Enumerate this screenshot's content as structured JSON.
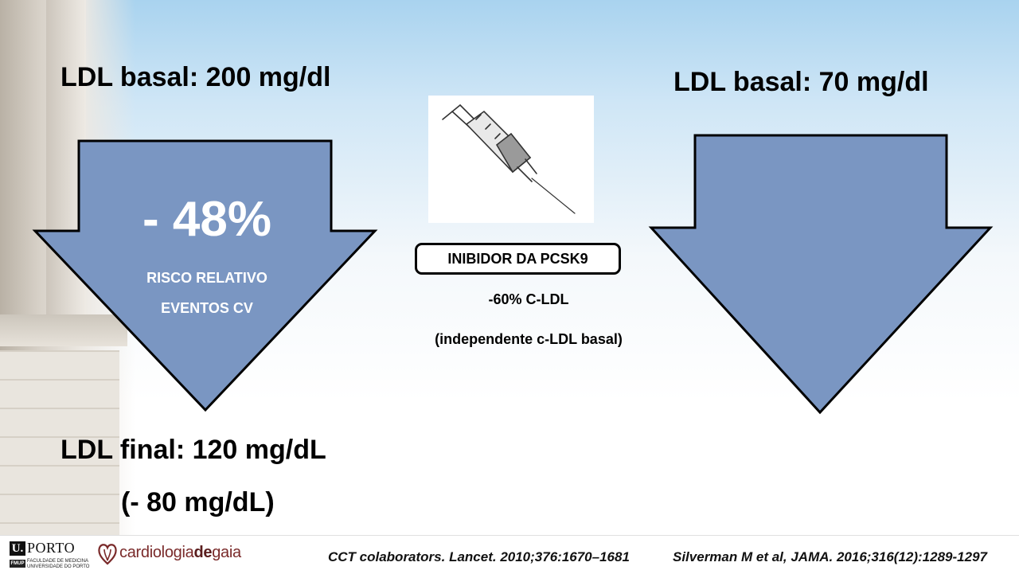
{
  "left": {
    "title_basal": "LDL basal: 200 mg/dl",
    "arrow_percent": "- 48%",
    "arrow_line1": "RISCO RELATIVO",
    "arrow_line2": "EVENTOS CV",
    "title_final": "LDL final: 120 mg/dL",
    "delta": "(- 80 mg/dL)"
  },
  "center": {
    "drug_label": "INIBIDOR DA PCSK9",
    "effect": "-60% C-LDL",
    "note": "(independente c-LDL basal)"
  },
  "right": {
    "title_basal": "LDL basal: 70 mg/dl"
  },
  "footer": {
    "uporto_u": "U.",
    "uporto_porto": "PORTO",
    "fmup": "FMUP",
    "faculty_line1": "FACULDADE DE MEDICINA",
    "faculty_line2": "UNIVERSIDADE DO PORTO",
    "cdg_part1": "cardiologia",
    "cdg_part2": "de",
    "cdg_part3": "gaia",
    "citation1": "CCT colaborators. Lancet. 2010;376:1670–1681",
    "citation2": "Silverman M et al, JAMA. 2016;316(12):1289-1297"
  },
  "colors": {
    "arrow_fill": "#7a96c2",
    "arrow_stroke": "#000000"
  }
}
